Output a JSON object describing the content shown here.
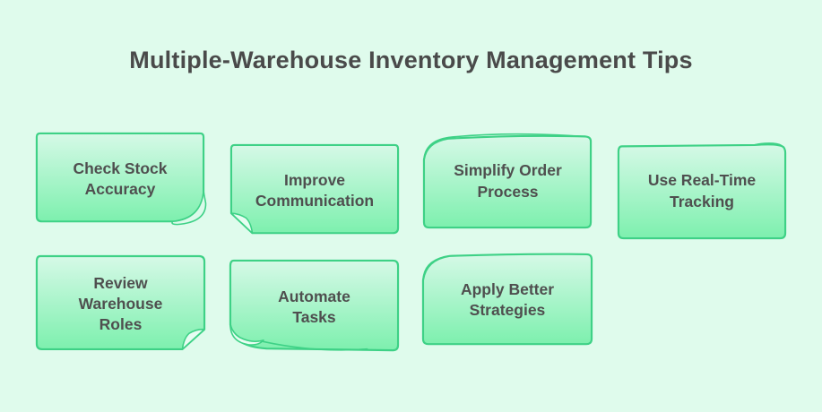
{
  "title": "Multiple-Warehouse Inventory Management Tips",
  "colors": {
    "background": "#dffbec",
    "card_gradient_top": "#d6f9e7",
    "card_gradient_bottom": "#7df0ae",
    "card_border": "#3ed186",
    "title_text": "#4a4a4a",
    "card_text": "#4f4f4f"
  },
  "cards": [
    {
      "label": "Check Stock\nAccuracy"
    },
    {
      "label": "Improve\nCommunication"
    },
    {
      "label": "Simplify Order\nProcess"
    },
    {
      "label": "Use Real-Time\nTracking"
    },
    {
      "label": "Review\nWarehouse\nRoles"
    },
    {
      "label": "Automate\nTasks"
    },
    {
      "label": "Apply Better\nStrategies"
    }
  ]
}
